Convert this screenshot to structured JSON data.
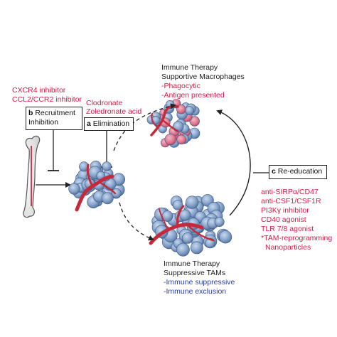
{
  "recruitment": {
    "drugs": [
      "CXCR4 inhibitor",
      "CCL2/CCR2 inhibitor"
    ],
    "letter": "b",
    "label_line1": "Recruitment",
    "label_line2": "Inhibition"
  },
  "elimination": {
    "drugs": [
      "Clodronate",
      "Zoledronate acid"
    ],
    "letter": "a",
    "label": "Elimination"
  },
  "supportive": {
    "title_line1": "Immune Therapy",
    "title_line2": "Supportive Macrophages",
    "features": [
      "-Phagocytic",
      "-Antigen presented"
    ]
  },
  "reeducation": {
    "letter": "c",
    "label": "Re-education",
    "drugs": [
      "anti-SIRPα/CD47",
      "anti-CSF1/CSF1R",
      "PI3Kγ inhibitor",
      "CD40 agonist",
      "TLR 7/8 agonist",
      "*TAM-reprogramming",
      "Nanoparticles"
    ]
  },
  "suppressive": {
    "title_line1": "Immune Therapy",
    "title_line2": "Suppressive TAMs",
    "features": [
      "-Immune suppressive",
      "-Immune exclusion"
    ]
  },
  "colors": {
    "drug_text": "#d81b4a",
    "supportive_feature": "#d81b4a",
    "suppressive_feature": "#2b3f9e",
    "tumor_cell": "#7e9cc4",
    "vessel": "#c62a3a",
    "macrophage_pink": "#e0788c"
  }
}
